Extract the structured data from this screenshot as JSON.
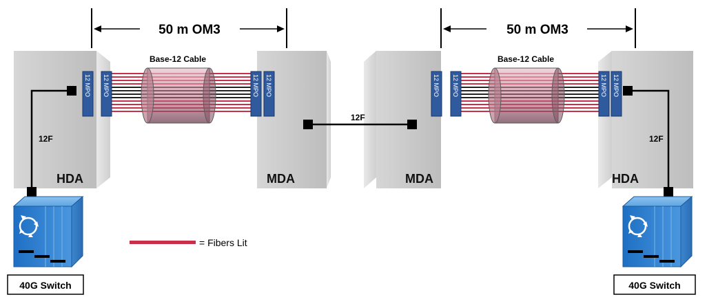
{
  "measurements": {
    "left_span": "50 m OM3",
    "right_span": "50 m OM3"
  },
  "cables": {
    "left_label": "Base-12 Cable",
    "right_label": "Base-12 Cable"
  },
  "connectors": {
    "mpo_label": "12 MPO"
  },
  "patch_labels": {
    "left_hda": "12F",
    "middle": "12F",
    "right_hda": "12F"
  },
  "cabinets": {
    "left_hda": "HDA",
    "left_mda": "MDA",
    "right_mda": "MDA",
    "right_hda": "HDA"
  },
  "switches": {
    "left_label": "40G Switch",
    "right_label": "40G Switch"
  },
  "legend": {
    "text": "= Fibers Lit"
  },
  "colors": {
    "fiber_lit": "#c8304a",
    "fiber_dark": "#222222",
    "mpo_blue": "#2f5a9e",
    "switch_blue": "#2a7ed0"
  }
}
